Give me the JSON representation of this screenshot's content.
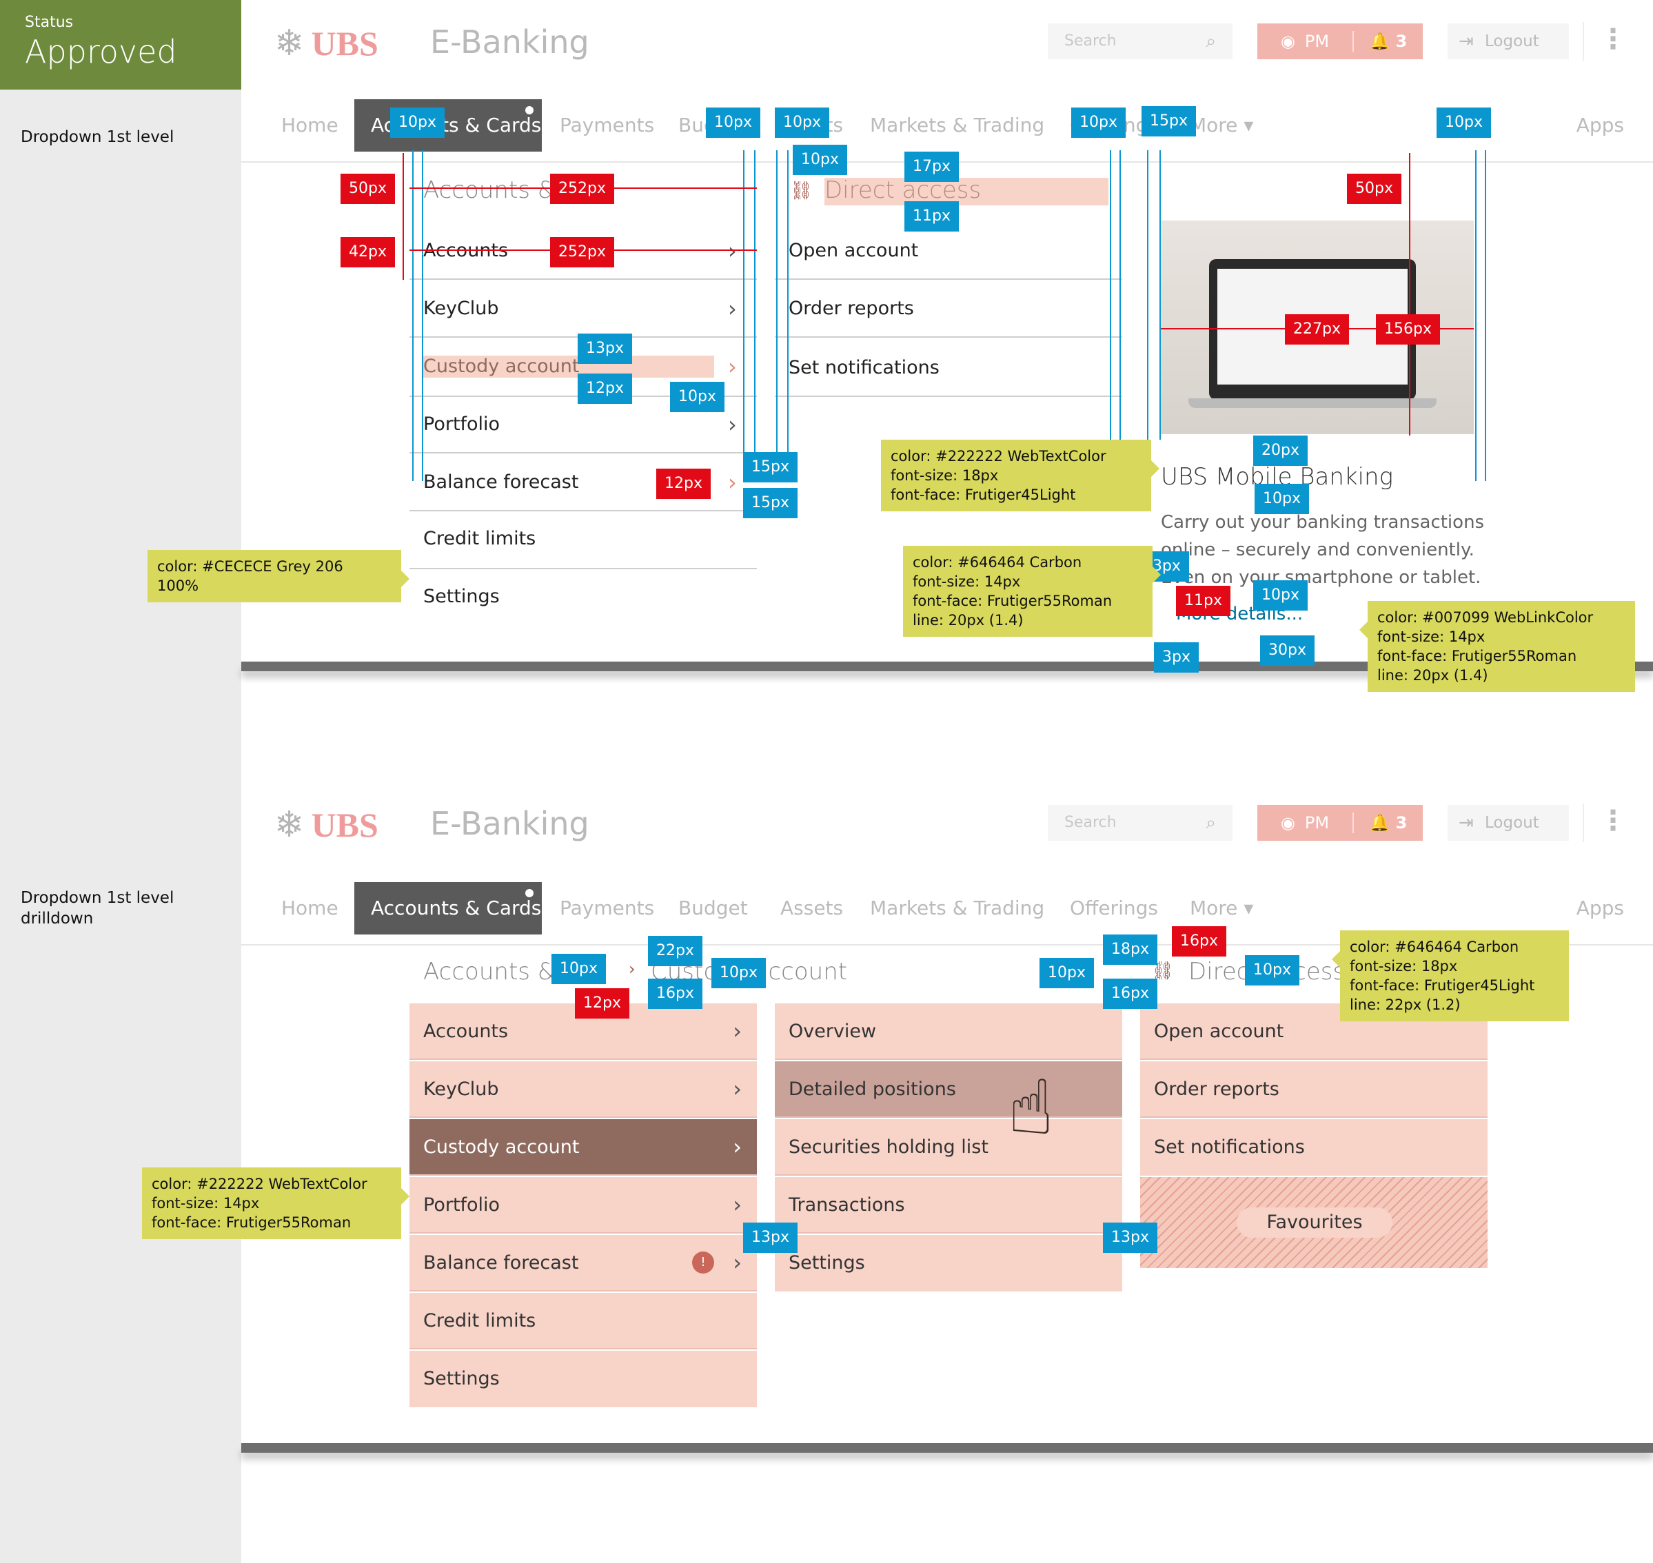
{
  "status": {
    "label": "Status",
    "value": "Approved",
    "color": "#6e8a3c"
  },
  "sections": {
    "first": "Dropdown 1st level",
    "second": "Dropdown 1st level\ndrilldown"
  },
  "header": {
    "brand": "UBS",
    "app": "E-Banking",
    "search_placeholder": "Search",
    "user": "PM",
    "notifications": "3",
    "logout": "Logout",
    "accent": "#f1b5ad"
  },
  "nav": {
    "items": [
      "Home",
      "Accounts & Cards",
      "Payments",
      "Budget",
      "Assets",
      "Markets & Trading",
      "Offerings",
      "More",
      "Apps"
    ]
  },
  "upper": {
    "heading": "Accounts & ",
    "menu": [
      "Accounts",
      "KeyClub",
      "Custody account",
      "Portfolio",
      "Balance forecast",
      "Credit limits",
      "Settings"
    ],
    "direct_access": "Direct access",
    "direct": [
      "Open account",
      "Order reports",
      "Set notifications"
    ],
    "promo_title": "UBS Mobile Banking",
    "promo_text": "Carry out your banking transactions online – securely and conveniently. Even on your smartphone or tablet.",
    "promo_link": "More details...",
    "ann": {
      "grey": "color: #CECECE Grey 206\n100%",
      "web": "color: #222222 WebTextColor\nfont-size: 18px\nfont-face: Frutiger45Light",
      "carbon": "color: #646464 Carbon\nfont-size: 14px\nfont-face: Frutiger55Roman\nline: 20px (1.4)",
      "link": "color: #007099 WebLinkColor\nfont-size: 14px\nfont-face: Frutiger55Roman\nline: 20px (1.4)"
    },
    "tags": {
      "t10": "10px",
      "t50": "50px",
      "t42": "42px",
      "t252": "252px",
      "t13": "13px",
      "t12": "12px",
      "t15": "15px",
      "t17": "17px",
      "t11": "11px",
      "t227": "227px",
      "t156": "156px",
      "t20": "20px",
      "tm3": "-3px",
      "t3": "3px",
      "t30": "30px"
    }
  },
  "lower": {
    "heading": "Accounts & ",
    "breadcrumb": "Custody account",
    "direct_access": "Direct access",
    "menu": [
      "Accounts",
      "KeyClub",
      "Custody account",
      "Portfolio",
      "Balance forecast",
      "Credit limits",
      "Settings"
    ],
    "sub": [
      "Overview",
      "Detailed positions",
      "Securities holding list",
      "Transactions",
      "Settings"
    ],
    "direct": [
      "Open account",
      "Order reports",
      "Set notifications"
    ],
    "favourites": "Favourites",
    "ann": {
      "carbon": "color: #646464 Carbon\nfont-size: 18px\nfont-face: Frutiger45Light\nline: 22px (1.2)",
      "web": "color: #222222 WebTextColor\nfont-size: 14px\nfont-face: Frutiger55Roman"
    },
    "tags": {
      "t22": "22px",
      "t16": "16px",
      "t18": "18px",
      "t13": "13px",
      "t10": "10px",
      "t12": "12px"
    }
  }
}
